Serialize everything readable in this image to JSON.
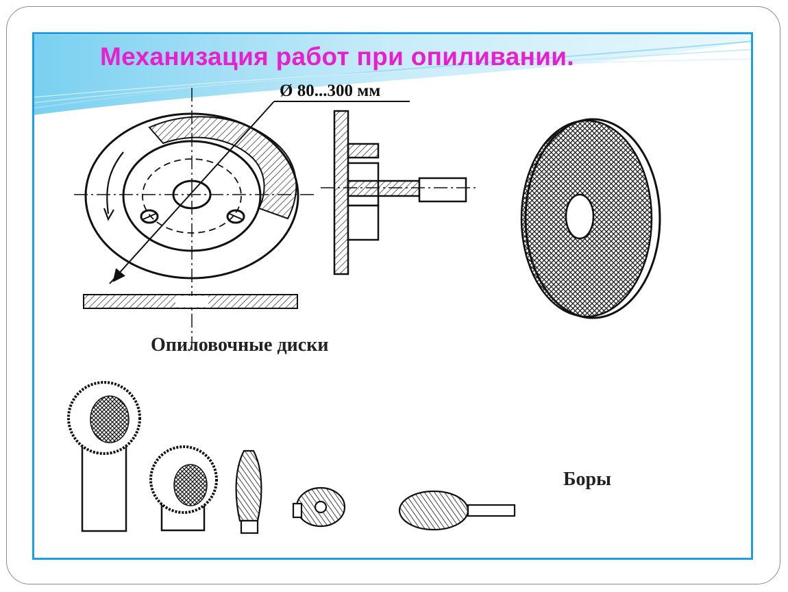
{
  "slide": {
    "title": "Механизация работ при опиливании."
  },
  "disks_figure": {
    "dimension_label": "Ø 80...300 мм",
    "caption": "Опиловочные диски"
  },
  "burs_figure": {
    "caption": "Боры"
  },
  "colors": {
    "title": "#e81fd0",
    "frame_accent": "#1aa0e6"
  }
}
